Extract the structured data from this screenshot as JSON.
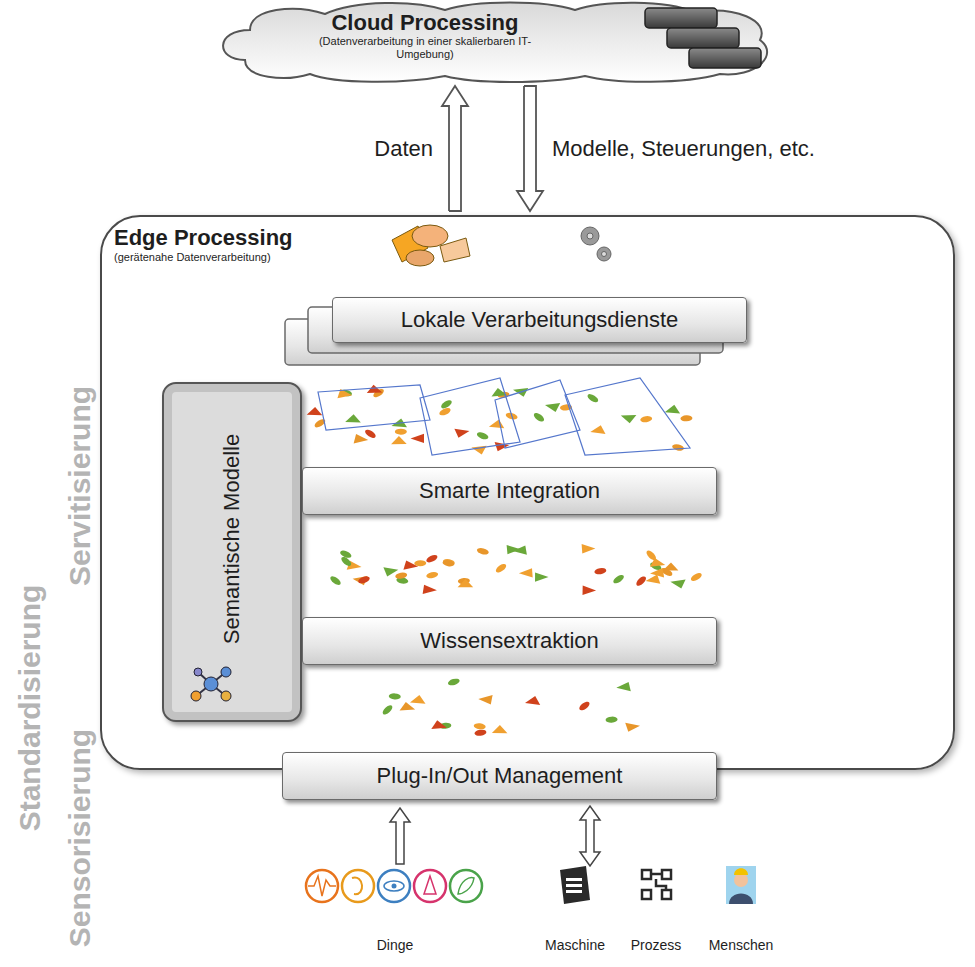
{
  "diagram": {
    "nodes": [
      {
        "text": [
          "Cloud Processing",
          "(Datenverarbeitung in einer skalierbaren IT-Umgebung)"
        ]
      },
      {
        "text": [
          "Edge Processing",
          "(gerätenahe Datenverarbeitung)"
        ]
      },
      {
        "text": [
          "Lokale Verarbeitungsdienste"
        ],
        "in": 1
      },
      {
        "text": [
          "Semantische Modelle"
        ],
        "in": 1
      },
      {
        "text": [
          "Smarte Integration"
        ],
        "in": 1
      },
      {
        "text": [
          "Wissensextraktion"
        ],
        "in": 1
      },
      {
        "text": [
          "Plug-In/Out Management"
        ],
        "in": 1
      }
    ],
    "edges": [
      {
        "from": 1,
        "to": 0,
        "label": "Daten",
        "arrow": "to"
      },
      {
        "from": 0,
        "to": 1,
        "label": "Modelle, Steuerungen, etc.",
        "arrow": "to"
      }
    ],
    "labels": [
      "Standardisierung",
      "Servitisierung",
      "Sensorisierung",
      "Dinge",
      "Maschine",
      "Prozess",
      "Menschen"
    ]
  }
}
